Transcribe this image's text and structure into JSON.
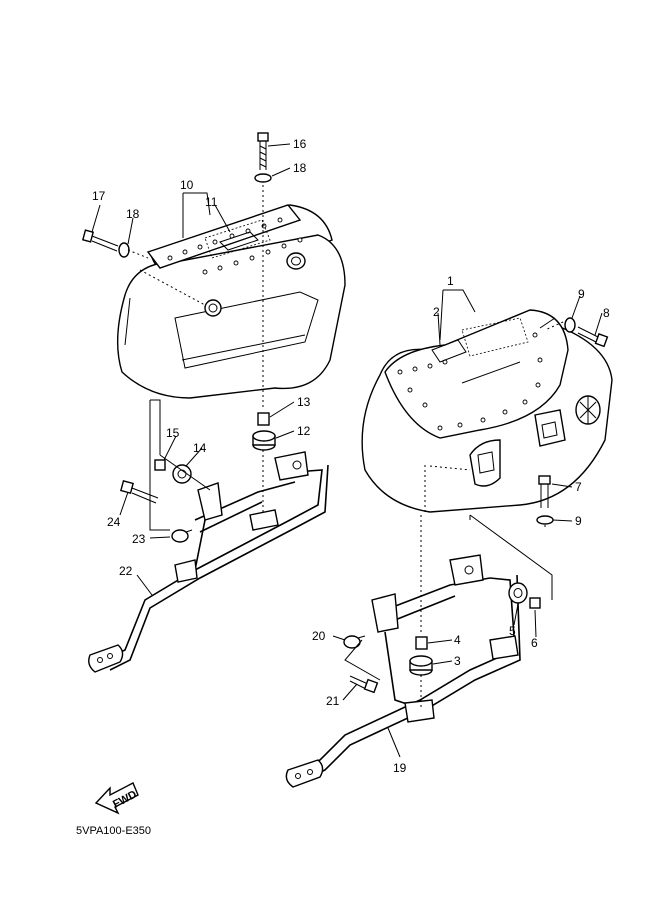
{
  "diagram": {
    "code": "5VPA100-E350",
    "fwd_label": "FWD",
    "callouts": [
      {
        "id": "c1",
        "text": "1"
      },
      {
        "id": "c2",
        "text": "2"
      },
      {
        "id": "c3",
        "text": "3"
      },
      {
        "id": "c4",
        "text": "4"
      },
      {
        "id": "c5",
        "text": "5"
      },
      {
        "id": "c6",
        "text": "6"
      },
      {
        "id": "c7",
        "text": "7"
      },
      {
        "id": "c8",
        "text": "8"
      },
      {
        "id": "c9a",
        "text": "9"
      },
      {
        "id": "c9b",
        "text": "9"
      },
      {
        "id": "c10",
        "text": "10"
      },
      {
        "id": "c11",
        "text": "11"
      },
      {
        "id": "c12",
        "text": "12"
      },
      {
        "id": "c13",
        "text": "13"
      },
      {
        "id": "c14",
        "text": "14"
      },
      {
        "id": "c15",
        "text": "15"
      },
      {
        "id": "c16",
        "text": "16"
      },
      {
        "id": "c17",
        "text": "17"
      },
      {
        "id": "c18a",
        "text": "18"
      },
      {
        "id": "c18b",
        "text": "18"
      },
      {
        "id": "c19",
        "text": "19"
      },
      {
        "id": "c20",
        "text": "20"
      },
      {
        "id": "c21",
        "text": "21"
      },
      {
        "id": "c22",
        "text": "22"
      },
      {
        "id": "c23",
        "text": "23"
      },
      {
        "id": "c24",
        "text": "24"
      }
    ]
  }
}
